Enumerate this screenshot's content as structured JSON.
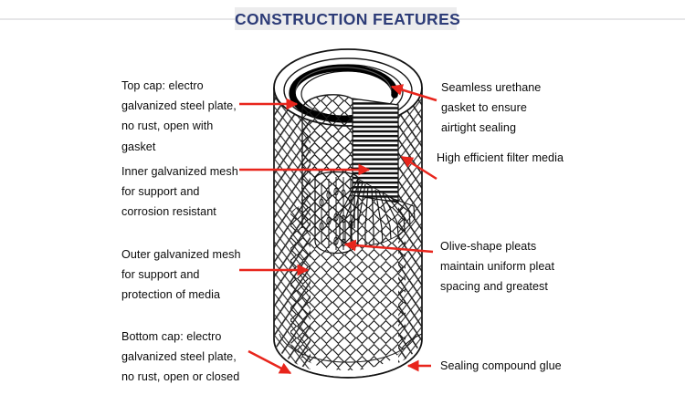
{
  "header": {
    "title": "CONSTRUCTION FEATURES",
    "title_color": "#2c3b77",
    "band_color": "#ececed",
    "rule_color": "#e6e6e8"
  },
  "diagram": {
    "subject": "cutaway air filter cartridge",
    "line_color": "#141414",
    "arrow_color": "#e8251c",
    "background": "#ffffff"
  },
  "annotations": {
    "top_cap": {
      "text": "Top cap: electro\ngalvanized steel plate,\nno rust, open with\ngasket",
      "side": "left"
    },
    "inner_mesh": {
      "text": "Inner galvanized mesh\nfor support and\ncorrosion resistant",
      "side": "left"
    },
    "outer_mesh": {
      "text": "Outer galvanized mesh\nfor support and\nprotection of media",
      "side": "left"
    },
    "bottom_cap": {
      "text": "Bottom cap: electro\ngalvanized steel plate,\nno rust, open or closed",
      "side": "left"
    },
    "gasket": {
      "text": "Seamless urethane\ngasket to ensure\nairtight sealing",
      "side": "right"
    },
    "filter_media": {
      "text": "High efficient filter media",
      "side": "right"
    },
    "pleats": {
      "text": "Olive-shape pleats\nmaintain uniform pleat\nspacing and greatest",
      "side": "right"
    },
    "glue": {
      "text": "Sealing compound glue",
      "side": "right"
    }
  }
}
